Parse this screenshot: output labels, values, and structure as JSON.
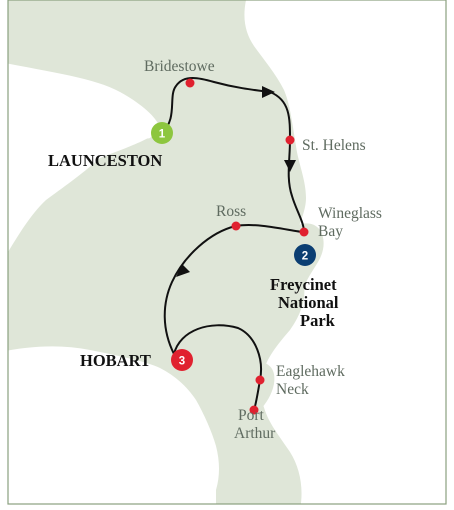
{
  "colors": {
    "sea": "#ffffff",
    "land": "#dfe6d8",
    "land_border": "#c9d2c2",
    "frame": "#8aa07f",
    "route": "#111111",
    "stop_dot": "#e0212f",
    "badge_start": "#8dc63f",
    "badge_mid": "#0b3e72",
    "badge_end": "#e0212f",
    "label_minor": "#5f6b60",
    "label_major": "#111111"
  },
  "route": {
    "start": {
      "label": "LAUNCESTON",
      "badge": "1"
    },
    "middle": {
      "label_lines": [
        "Freycinet",
        "National",
        "Park"
      ],
      "badge": "2"
    },
    "end": {
      "label": "HOBART",
      "badge": "3"
    }
  },
  "stops": [
    {
      "name_lines": [
        "Bridestowe"
      ]
    },
    {
      "name_lines": [
        "St. Helens"
      ]
    },
    {
      "name_lines": [
        "Wineglass",
        "Bay"
      ]
    },
    {
      "name_lines": [
        "Ross"
      ]
    },
    {
      "name_lines": [
        "Eaglehawk",
        "Neck"
      ]
    },
    {
      "name_lines": [
        "Port",
        "Arthur"
      ]
    }
  ],
  "icons": {
    "direction_arrow": "arrowhead-icon"
  }
}
